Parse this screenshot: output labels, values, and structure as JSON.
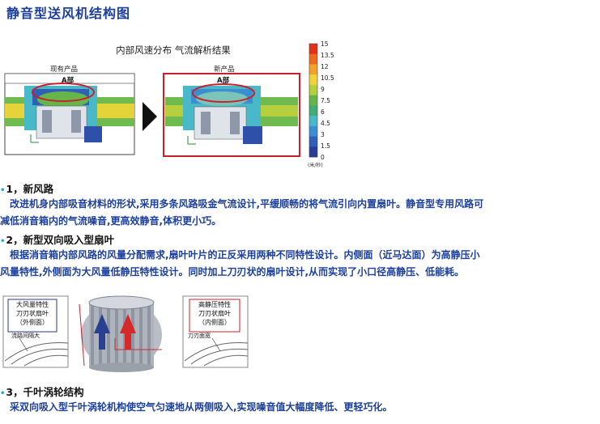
{
  "page": {
    "title": "静音型送风机结构图"
  },
  "figure1": {
    "title": "内部风速分布 气流解析结果",
    "left_label": "现有产品",
    "right_label": "新产品",
    "region_label": "A部",
    "scale_ticks": [
      "15",
      "13.5",
      "12",
      "10.5",
      "9",
      "7.5",
      "6",
      "4.5",
      "3",
      "1.5",
      "0"
    ],
    "scale_unit": "(米/秒)",
    "scale_colors": [
      "#e2301c",
      "#ee6a22",
      "#f2a22a",
      "#f2d23a",
      "#b6cf3e",
      "#66b54a",
      "#3fae74",
      "#49b8c8",
      "#3a8fd2",
      "#2f5fb9",
      "#253f99"
    ]
  },
  "sections": [
    {
      "number": "1，",
      "title": "新风路",
      "lines": [
        "改进机身内部吸音材料的形状,采用多条风路吸金气流设计,平缓顺畅的将气流引向内置扇叶。静音型专用风路可",
        "减低消音箱内的气流噪音,更高效静音,体积更小巧。"
      ]
    },
    {
      "number": "2，",
      "title": "新型双向吸入型扇叶",
      "lines": [
        "根据消音箱内部风路的风量分配需求,扇叶叶片的正反采用两种不同特性设计。内侧面（近马达面）为高静压小",
        "风量特性,外侧面为大风量低静压特性设计。同时加上刀刃状的扇叶设计,从而实现了小口径高静压、低能耗。"
      ]
    },
    {
      "number": "3，",
      "title": "千叶涡轮结构",
      "lines": [
        "采双向吸入型千叶涡轮机构使空气匀速地从两侧吸入,实现噪音值大幅度降低、更轻巧化。"
      ]
    }
  ],
  "figure2": {
    "left_box": [
      "大风量特性",
      "刀刃状扇叶",
      "（外侧面）"
    ],
    "left_annot": "流路间隔大",
    "right_box": [
      "高静压特性",
      "刀刃状扇叶",
      "（内侧面）"
    ],
    "right_annot": "刀刃面宽"
  }
}
